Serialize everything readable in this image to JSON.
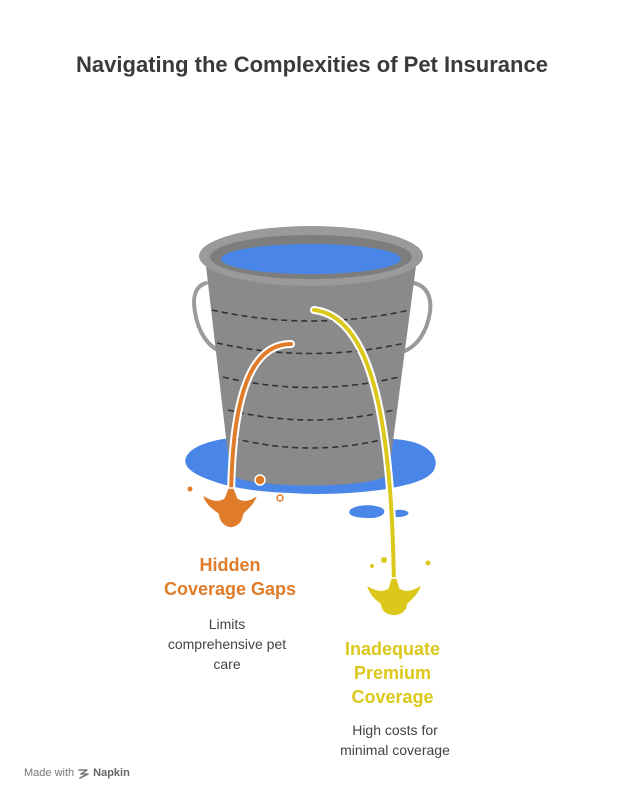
{
  "title": "Navigating the Complexities of Pet Insurance",
  "leaks": [
    {
      "title_line1": "Hidden",
      "title_line2": "Coverage Gaps",
      "desc_line1": "Limits",
      "desc_line2": "comprehensive pet",
      "desc_line3": "care",
      "color": "#e07b2a"
    },
    {
      "title_line1": "Inadequate",
      "title_line2": "Premium",
      "title_line3": "Coverage",
      "desc_line1": "High costs for",
      "desc_line2": "minimal coverage",
      "color": "#dcc81b"
    }
  ],
  "colors": {
    "bucket_body": "#8a8a8a",
    "bucket_rim": "#9a9a9a",
    "water": "#4a86e8",
    "title": "#3a3a3a"
  },
  "footer": {
    "made_with": "Made with",
    "brand": "Napkin",
    "icon": "napkin-logo-icon"
  }
}
